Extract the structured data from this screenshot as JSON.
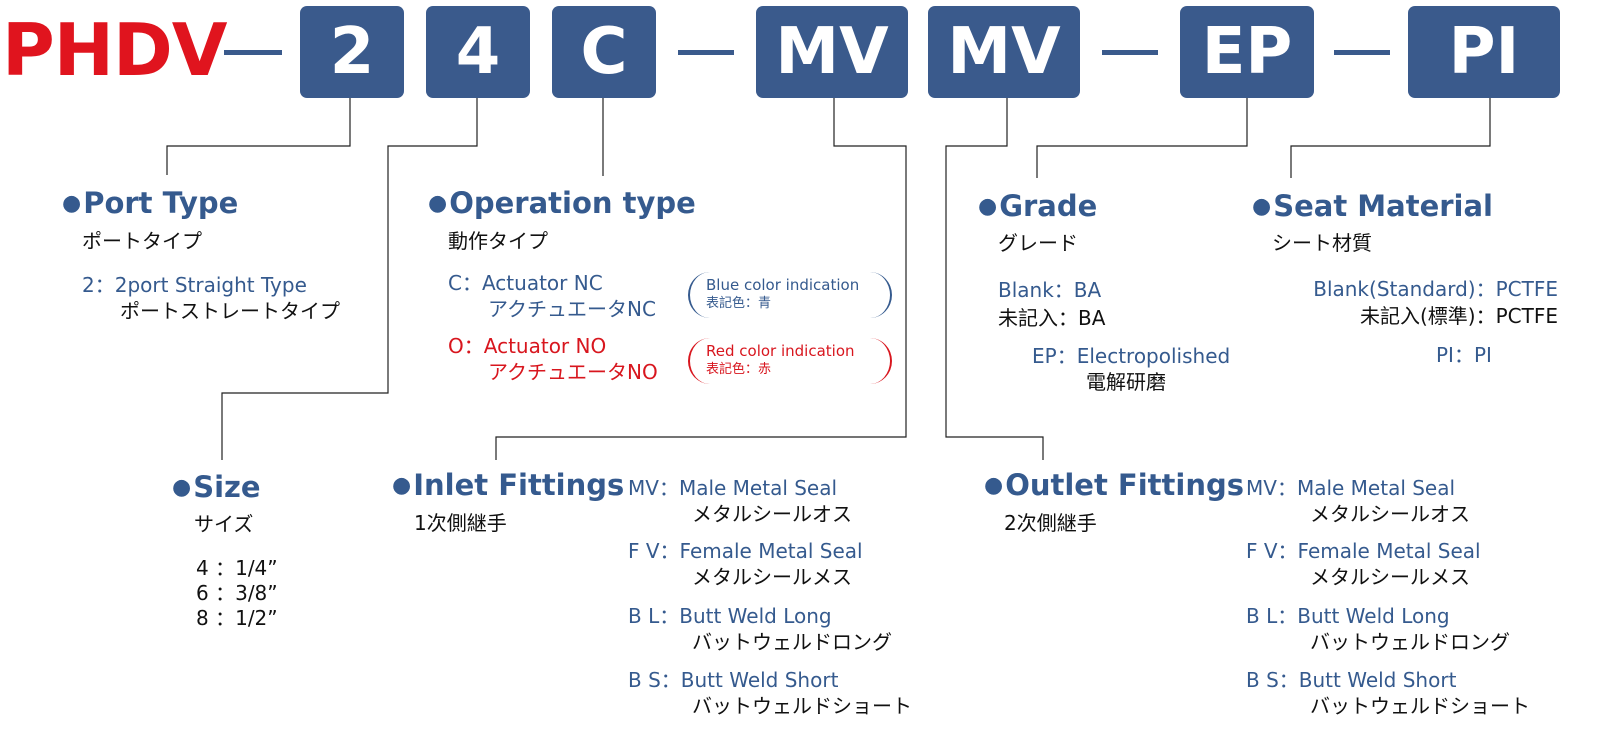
{
  "code": {
    "prefix": "PHDV",
    "separator": "—",
    "segments": [
      "2",
      "4",
      "C",
      "MV",
      "MV",
      "EP",
      "PI"
    ]
  },
  "port_type": {
    "title": "Port Type",
    "subtitle": "ポートタイプ",
    "items": [
      {
        "code": "2",
        "desc": "2port Straight Type",
        "jp": "ポートストレートタイプ"
      }
    ]
  },
  "operation_type": {
    "title": "Operation type",
    "subtitle": "動作タイプ",
    "items": [
      {
        "code": "C",
        "desc": "Actuator NC",
        "jp": "アクチュエータNC",
        "note_en": "Blue color indication",
        "note_jp": "表記色：青",
        "color": "#355a8e"
      },
      {
        "code": "O",
        "desc": "Actuator NO",
        "jp": "アクチュエータNO",
        "note_en": "Red color indication",
        "note_jp": "表記色：赤",
        "color": "#d8161e"
      }
    ]
  },
  "grade": {
    "title": "Grade",
    "subtitle": "グレード",
    "items": [
      {
        "code": "Blank",
        "desc": "BA"
      },
      {
        "code": "未記入",
        "desc": "BA"
      },
      {
        "code": "EP",
        "desc": "Electropolished",
        "jp": "電解研磨"
      }
    ]
  },
  "seat_material": {
    "title": "Seat Material",
    "subtitle": "シート材質",
    "items": [
      {
        "code": "Blank(Standard)",
        "desc": "PCTFE"
      },
      {
        "code": "未記入(標準)",
        "desc": "PCTFE"
      },
      {
        "code": "PI",
        "desc": "PI"
      }
    ]
  },
  "size": {
    "title": "Size",
    "subtitle": "サイズ",
    "items": [
      {
        "code": "4",
        "desc": "1/4”"
      },
      {
        "code": "6",
        "desc": "3/8”"
      },
      {
        "code": "8",
        "desc": "1/2”"
      }
    ]
  },
  "inlet": {
    "title": "Inlet Fittings",
    "subtitle": "1次側継手",
    "items": [
      {
        "code": "MV",
        "desc": "Male Metal Seal",
        "jp": "メタルシールオス"
      },
      {
        "code": "F V",
        "desc": "Female Metal Seal",
        "jp": "メタルシールメス"
      },
      {
        "code": "B L",
        "desc": "Butt Weld Long",
        "jp": "バットウェルドロング"
      },
      {
        "code": "B S",
        "desc": "Butt Weld Short",
        "jp": "バットウェルドショート"
      }
    ]
  },
  "outlet": {
    "title": "Outlet Fittings",
    "subtitle": "2次側継手",
    "items": [
      {
        "code": "MV",
        "desc": "Male Metal Seal",
        "jp": "メタルシールオス"
      },
      {
        "code": "F V",
        "desc": "Female Metal Seal",
        "jp": "メタルシールメス"
      },
      {
        "code": "B L",
        "desc": "Butt Weld Long",
        "jp": "バットウェルドロング"
      },
      {
        "code": "B S",
        "desc": "Butt Weld Short",
        "jp": "バットウェルドショート"
      }
    ]
  },
  "colors": {
    "brand_red": "#e0141e",
    "box_blue": "#3a5a8c",
    "heading_blue": "#355a8e"
  }
}
